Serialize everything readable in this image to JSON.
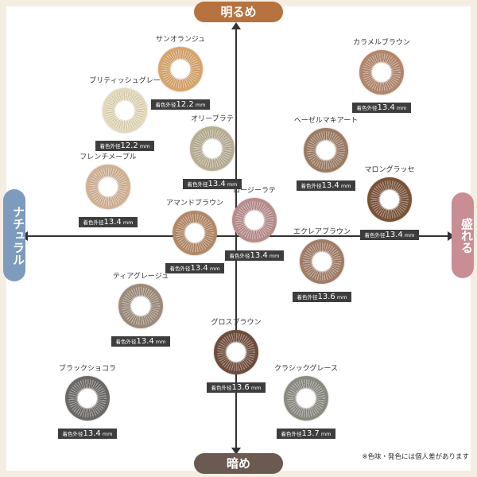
{
  "axes": {
    "top": "明るめ",
    "bottom": "暗め",
    "left": "ナチュラル",
    "right": "盛れる"
  },
  "badge_prefix": "着色外径",
  "badge_unit": "mm",
  "footnote": "※色味・発色には個人差があります",
  "lenses": [
    {
      "name": "サンオランジュ",
      "diameter": "12.2",
      "color": "#d9a46a"
    },
    {
      "name": "ブリティッシュグレー",
      "diameter": "12.2",
      "color": "#e3d9b8"
    },
    {
      "name": "カラメルブラウン",
      "diameter": "13.4",
      "color": "#b3866a"
    },
    {
      "name": "オリーブラテ",
      "diameter": "13.4",
      "color": "#b9ad92"
    },
    {
      "name": "ヘーゼルマキアート",
      "diameter": "13.4",
      "color": "#9d7b63"
    },
    {
      "name": "フレンチメープル",
      "diameter": "13.4",
      "color": "#d2b193"
    },
    {
      "name": "マロングラッセ",
      "diameter": "13.4",
      "color": "#7a5238"
    },
    {
      "name": "アマンドブラウン",
      "diameter": "13.4",
      "color": "#b48766"
    },
    {
      "name": "ロージーラテ",
      "diameter": "13.4",
      "color": "#b88c8c"
    },
    {
      "name": "エクレアブラウン",
      "diameter": "13.6",
      "color": "#a27c66"
    },
    {
      "name": "ティアグレージュ",
      "diameter": "13.4",
      "color": "#9c8b7a"
    },
    {
      "name": "グロスブラウン",
      "diameter": "13.6",
      "color": "#6f4c3a"
    },
    {
      "name": "ブラックショコラ",
      "diameter": "13.4",
      "color": "#6b6866"
    },
    {
      "name": "クラシックグレース",
      "diameter": "13.7",
      "color": "#8b8a80"
    }
  ]
}
